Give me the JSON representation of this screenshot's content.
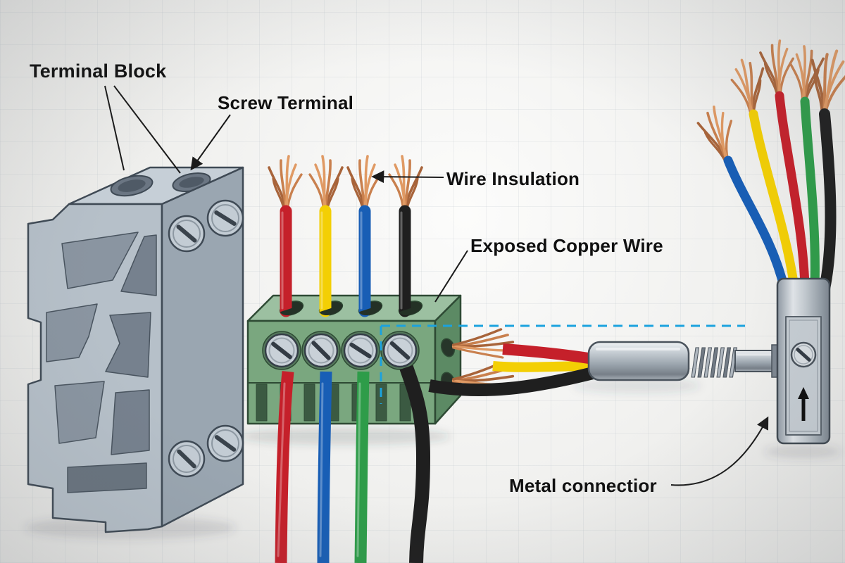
{
  "diagram": {
    "labels": {
      "terminal_block": "Terminal Block",
      "screw_terminal": "Screw Terminal",
      "wire_insulation": "Wire Insulation",
      "exposed_copper_wire": "Exposed Copper Wire",
      "metal_connector": "Metal connectior"
    },
    "colors": {
      "wire_red": "#c5202a",
      "wire_yellow": "#f3cf04",
      "wire_blue": "#185eb5",
      "wire_green": "#2e9c49",
      "wire_black": "#1f1f1f",
      "copper": "#c9804e",
      "terminal_green": "#7aa77f",
      "metal_gray": "#b4bdc5",
      "dashed_line": "#1ba2de",
      "label_text": "#101010"
    }
  }
}
